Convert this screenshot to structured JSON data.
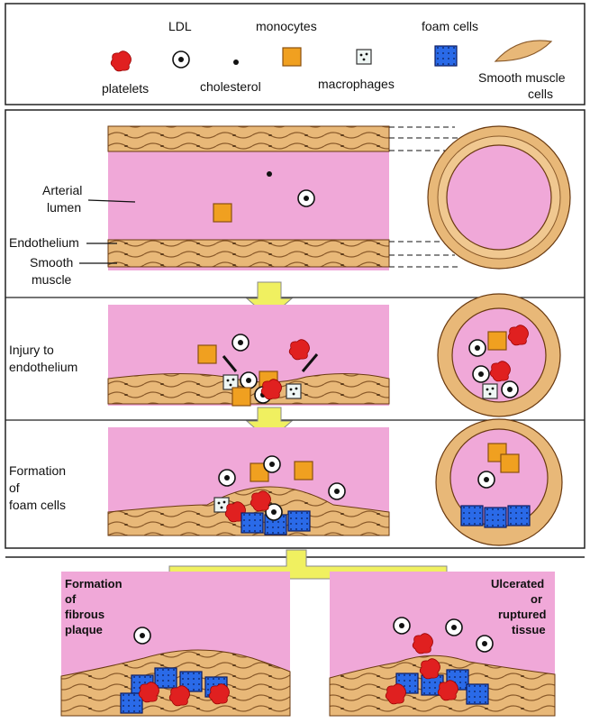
{
  "legend": {
    "ldl": "LDL",
    "monocytes": "monocytes",
    "foam_cells": "foam cells",
    "platelets": "platelets",
    "cholesterol": "cholesterol",
    "macrophages": "macrophages",
    "smooth_muscle_cells_1": "Smooth muscle",
    "smooth_muscle_cells_2": "cells"
  },
  "stage1": {
    "arterial_1": "Arterial",
    "arterial_2": "lumen",
    "endothelium": "Endothelium",
    "smooth_1": "Smooth",
    "smooth_2": "muscle"
  },
  "stage2": {
    "label_1": "Injury to",
    "label_2": "endothelium"
  },
  "stage3": {
    "label_1": "Formation",
    "label_2": "of",
    "label_3": "foam cells"
  },
  "stage4a": {
    "label_1": "Formation",
    "label_2": "of",
    "label_3": "fibrous",
    "label_4": "plaque"
  },
  "stage4b": {
    "label_1": "Ulcerated",
    "label_2": "or",
    "label_3": "ruptured",
    "label_4": "tissue"
  },
  "colors": {
    "lumen": "#f0a8d8",
    "wall": "#e8b878",
    "wall_dark": "#c89050",
    "platelet": "#e02020",
    "monocyte": "#f0a020",
    "foam": "#2060e0",
    "arrow": "#f0f060"
  }
}
